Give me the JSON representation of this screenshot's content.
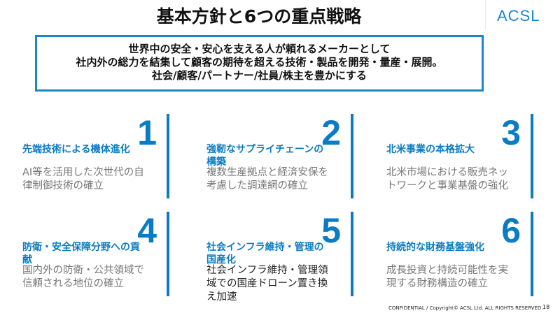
{
  "title": "基本方針と6つの重点戦略",
  "logo": "ACSL",
  "mission": [
    "世界中の安全・安心を支える人が頼れるメーカーとして",
    "社内外の総力を結集して顧客の期待を超える技術・製品を開発・量産・展開。",
    "社会/顧客/パートナー/社員/株主を豊かにする"
  ],
  "strategies": [
    {
      "num": "1",
      "head": "先端技術による機体進化",
      "desc": "AI等を活用した次世代の自律制御技術の確立"
    },
    {
      "num": "2",
      "head": "強靭なサプライチェーンの構築",
      "desc": "複数生産拠点と経済安保を考慮した調達網の確立"
    },
    {
      "num": "3",
      "head": "北米事業の本格拡大",
      "desc": "北米市場における販売ネットワークと事業基盤の強化"
    },
    {
      "num": "4",
      "head": "防衛・安全保障分野への貢献",
      "desc": "国内外の防衛・公共領域で信頼される地位の確立"
    },
    {
      "num": "5",
      "head": "社会インフラ維持・管理の国産化",
      "desc": "社会インフラ維持・管理領域での国産ドローン置き換え加速"
    },
    {
      "num": "6",
      "head": "持続的な財務基盤強化",
      "desc": "成長投資と持続可能性を実現する財務構造の確立"
    }
  ],
  "footer": "CONFIDENTIAL / Copyright© ACSL Ltd. ALL RIGHTS RESERVED.",
  "page": "18"
}
